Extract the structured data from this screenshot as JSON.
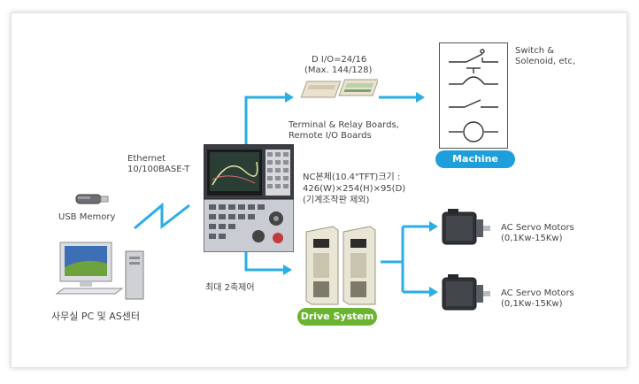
{
  "labels": {
    "dio": "D I/O=24/16",
    "dio_max": "(Max. 144/128)",
    "terminal_1": "Terminal & Relay Boards,",
    "terminal_2": "Remote I/O Boards",
    "switch_1": "Switch &",
    "switch_2": "Solenoid, etc,",
    "ethernet_1": "Ethernet",
    "ethernet_2": "10/100BASE-T",
    "nc_1": "NC본체(10.4\"TFT)크기 :",
    "nc_2": "426(W)×254(H)×95(D)",
    "nc_3": "(기계조작판 제외)",
    "usb": "USB Memory",
    "axis": "최대 2축제어",
    "office": "사무실 PC 및 AS센터",
    "servo1_1": "AC Servo Motors",
    "servo1_2": "(0,1Kw-15Kw)",
    "servo2_1": "AC Servo Motors",
    "servo2_2": "(0,1Kw-15Kw)"
  },
  "badges": {
    "machine": "Machine",
    "drive": "Drive System"
  },
  "colors": {
    "wire": "#29aee6",
    "machine_badge": "#1e9fdc",
    "drive_badge": "#6ab42f"
  }
}
